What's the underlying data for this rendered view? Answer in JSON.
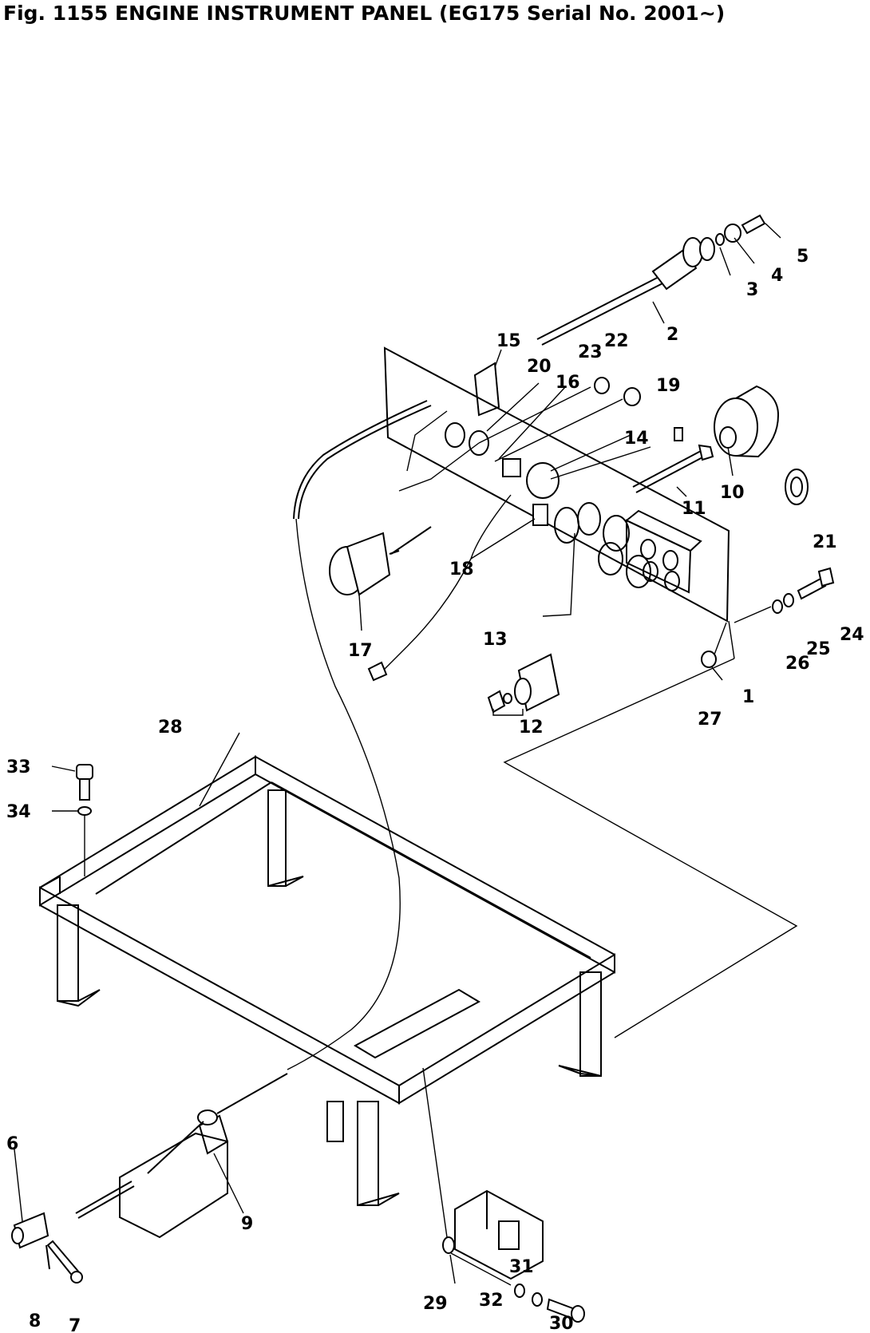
{
  "figure": {
    "title": "Fig. 1155  ENGINE INSTRUMENT PANEL  (EG175 Serial No. 2001~)"
  },
  "callouts": [
    "1",
    "2",
    "3",
    "4",
    "5",
    "6",
    "7",
    "8",
    "9",
    "10",
    "11",
    "12",
    "13",
    "14",
    "15",
    "16",
    "17",
    "18",
    "19",
    "20",
    "21",
    "22",
    "23",
    "24",
    "25",
    "26",
    "27",
    "28",
    "29",
    "30",
    "31",
    "32",
    "33",
    "34"
  ]
}
